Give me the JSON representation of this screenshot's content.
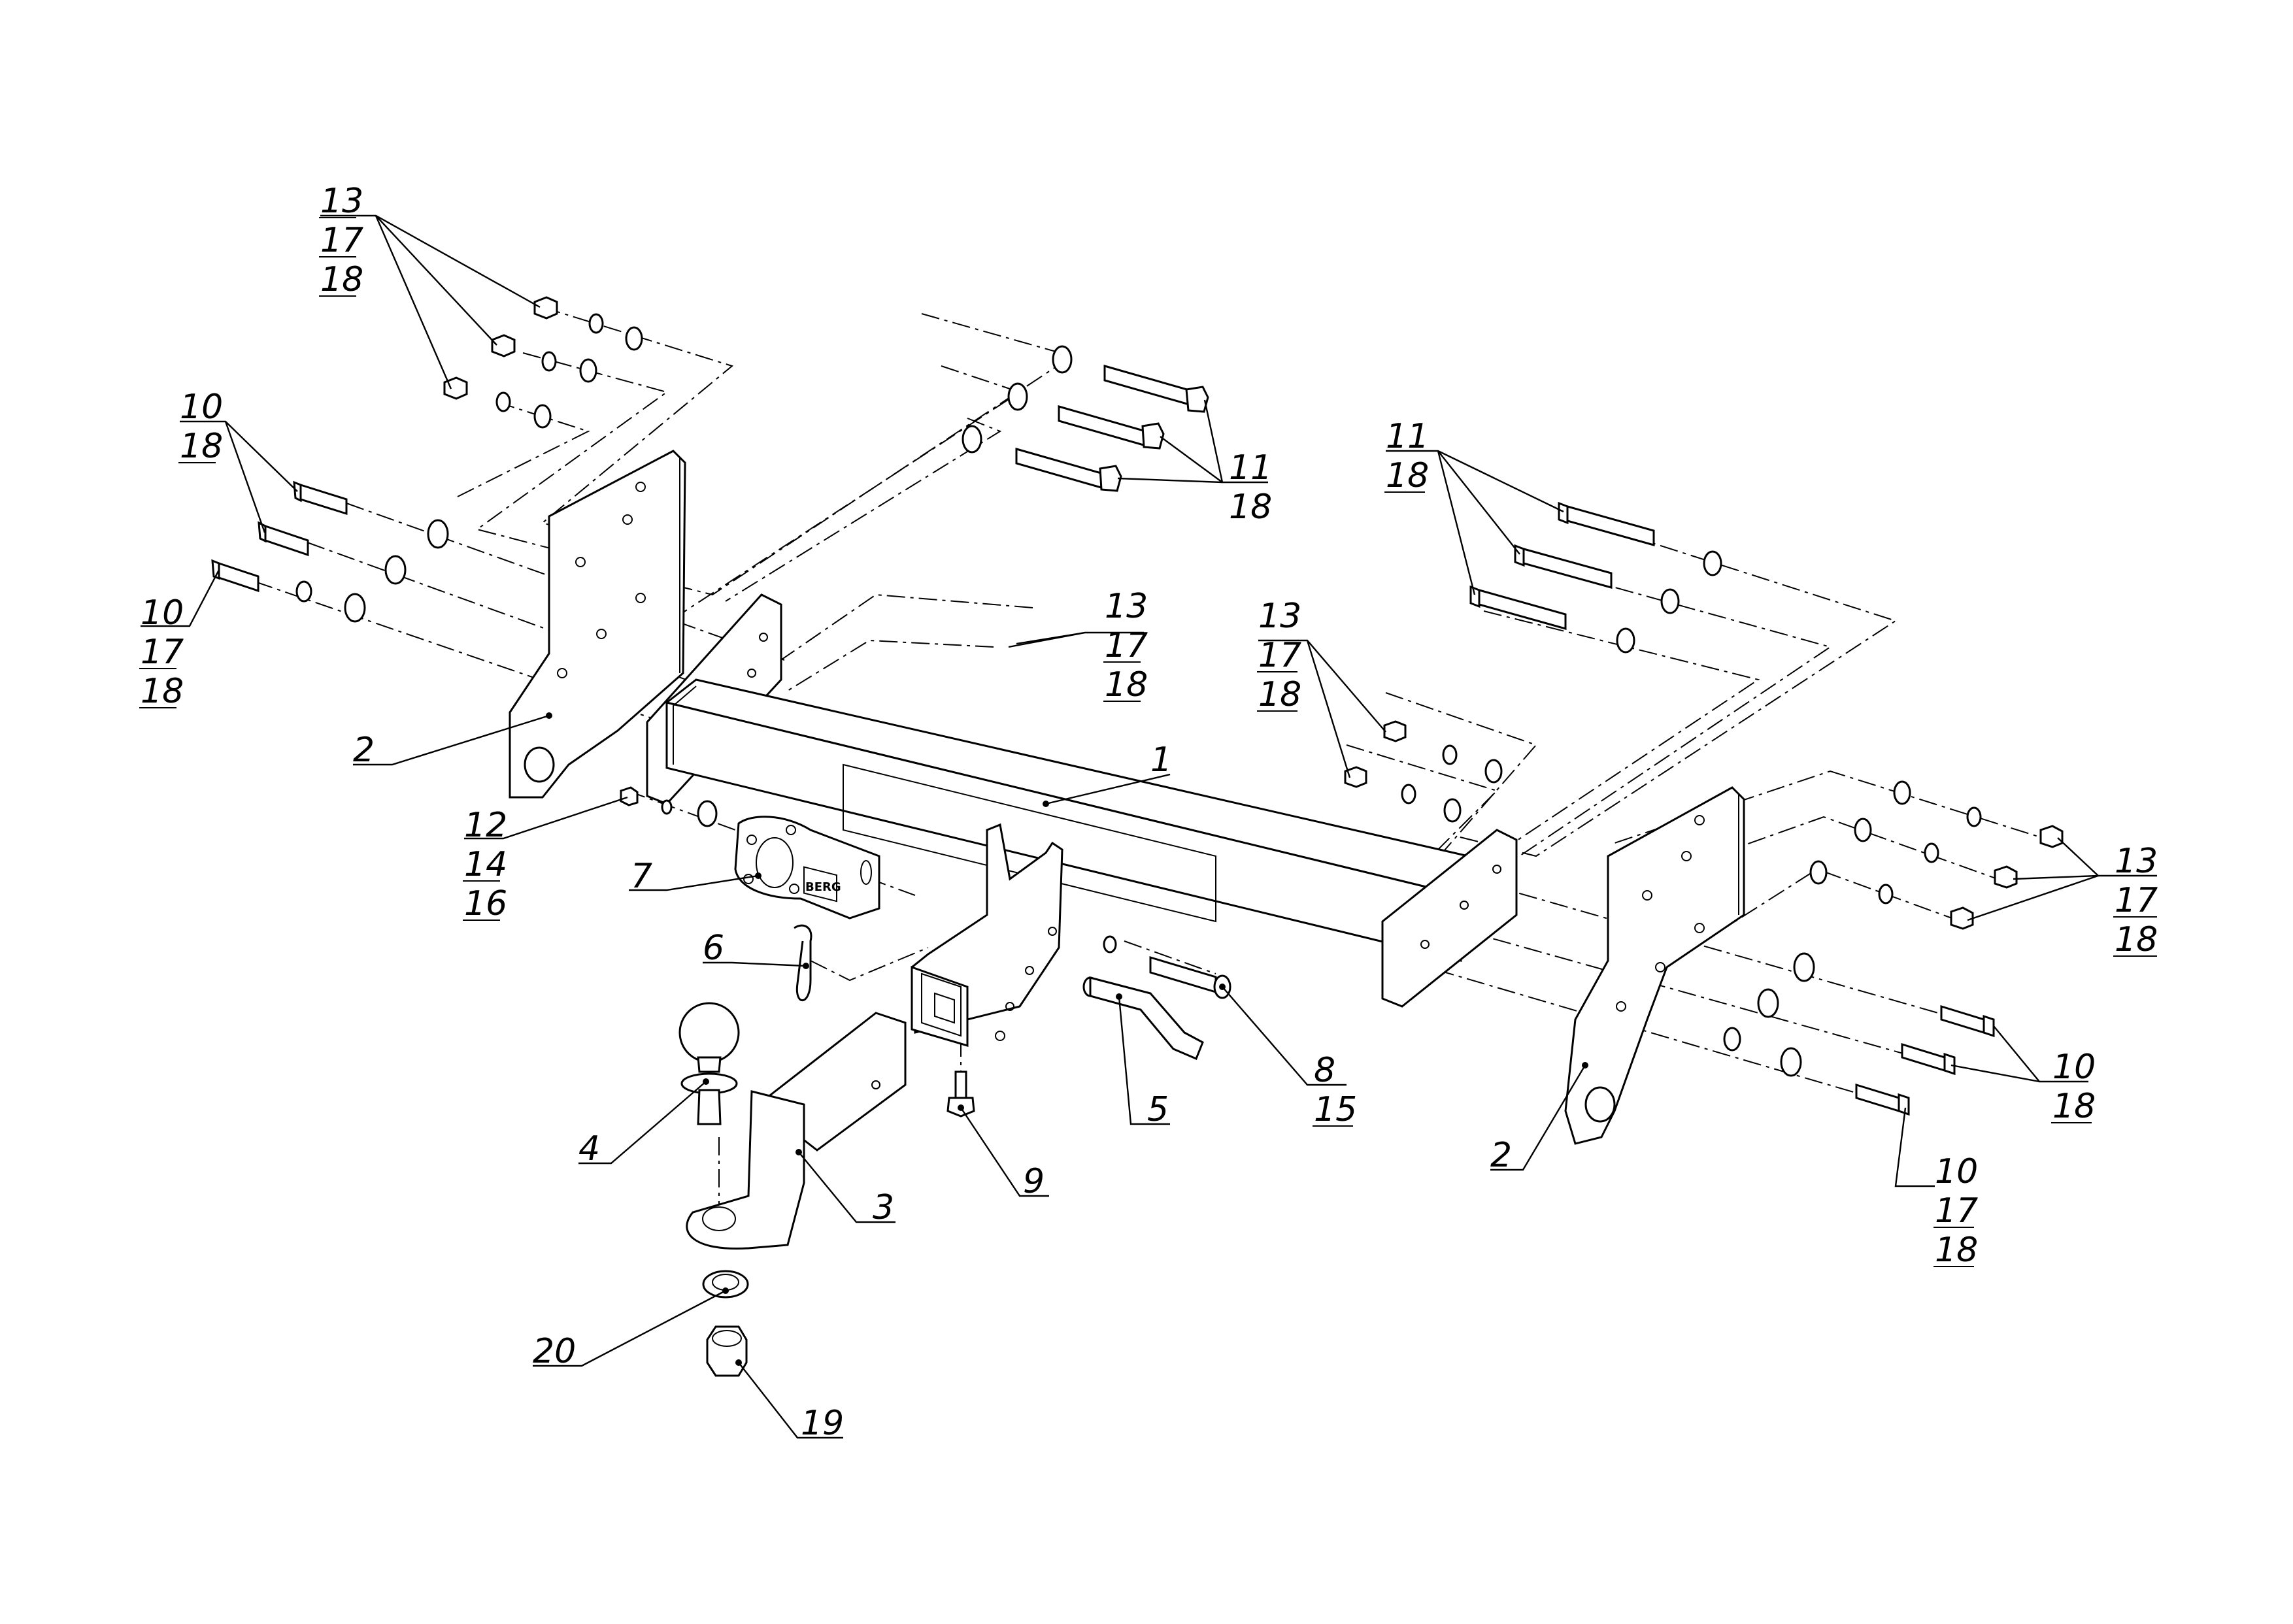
{
  "drawing": {
    "background": "#ffffff",
    "line_color": "#000000"
  },
  "callouts": [
    {
      "id": "c13a",
      "lines": [
        "13",
        "17",
        "18"
      ]
    },
    {
      "id": "c10a",
      "lines": [
        "10",
        "18"
      ]
    },
    {
      "id": "c10b",
      "lines": [
        "10",
        "17",
        "18"
      ]
    },
    {
      "id": "c2a",
      "lines": [
        "2"
      ]
    },
    {
      "id": "c11a",
      "lines": [
        "11",
        "18"
      ]
    },
    {
      "id": "c13b",
      "lines": [
        "13",
        "17",
        "18"
      ]
    },
    {
      "id": "c1",
      "lines": [
        "1"
      ]
    },
    {
      "id": "c12",
      "lines": [
        "12",
        "14",
        "16"
      ]
    },
    {
      "id": "c7",
      "lines": [
        "7"
      ]
    },
    {
      "id": "c6",
      "lines": [
        "6"
      ]
    },
    {
      "id": "c4",
      "lines": [
        "4"
      ]
    },
    {
      "id": "c3",
      "lines": [
        "3"
      ]
    },
    {
      "id": "c9",
      "lines": [
        "9"
      ]
    },
    {
      "id": "c5",
      "lines": [
        "5"
      ]
    },
    {
      "id": "c8",
      "lines": [
        "8",
        "15"
      ]
    },
    {
      "id": "c20",
      "lines": [
        "20"
      ]
    },
    {
      "id": "c19",
      "lines": [
        "19"
      ]
    },
    {
      "id": "c11b",
      "lines": [
        "11",
        "18"
      ]
    },
    {
      "id": "c13c",
      "lines": [
        "13",
        "17",
        "18"
      ]
    },
    {
      "id": "c13d",
      "lines": [
        "13",
        "17",
        "18"
      ]
    },
    {
      "id": "c10c",
      "lines": [
        "10",
        "18"
      ]
    },
    {
      "id": "c10d",
      "lines": [
        "10",
        "17",
        "18"
      ]
    },
    {
      "id": "c2b",
      "lines": [
        "2"
      ]
    }
  ],
  "plate_marking": "BERG"
}
